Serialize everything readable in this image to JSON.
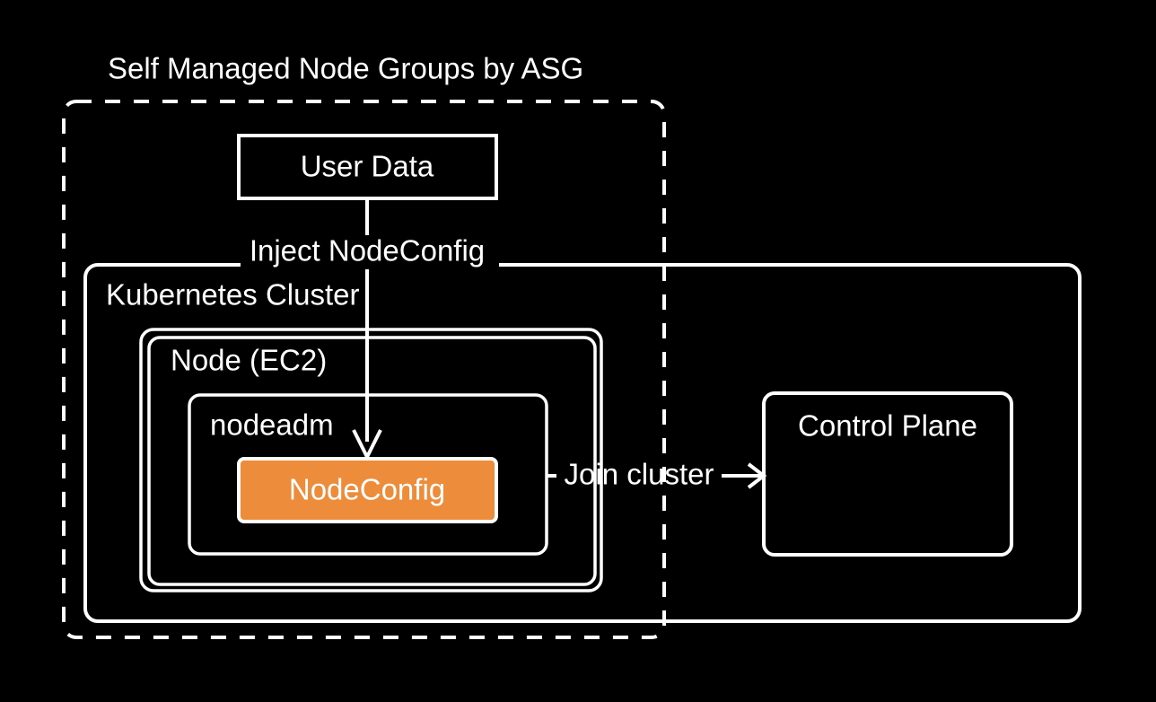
{
  "diagram": {
    "title": "Self Managed Node Groups by ASG",
    "background_color": "#000000",
    "line_color": "#ffffff",
    "accent_color": "#ED8C3A",
    "groups": {
      "asg": {
        "label": "Self Managed Node Groups by ASG",
        "border_style": "dashed"
      },
      "cluster": {
        "label": "Kubernetes Cluster",
        "border_style": "solid"
      },
      "node": {
        "label": "Node (EC2)",
        "border_style": "double"
      },
      "nodeadm": {
        "label": "nodeadm",
        "border_style": "solid"
      }
    },
    "boxes": {
      "user_data": {
        "label": "User Data"
      },
      "node_config": {
        "label": "NodeConfig",
        "fill": "#ED8C3A"
      },
      "control_plane": {
        "label": "Control Plane"
      }
    },
    "edges": [
      {
        "label": "Inject NodeConfig",
        "from": "user_data",
        "to": "node_config",
        "direction": "down"
      },
      {
        "label": "Join cluster",
        "from": "nodeadm",
        "to": "control_plane",
        "direction": "right"
      }
    ]
  }
}
